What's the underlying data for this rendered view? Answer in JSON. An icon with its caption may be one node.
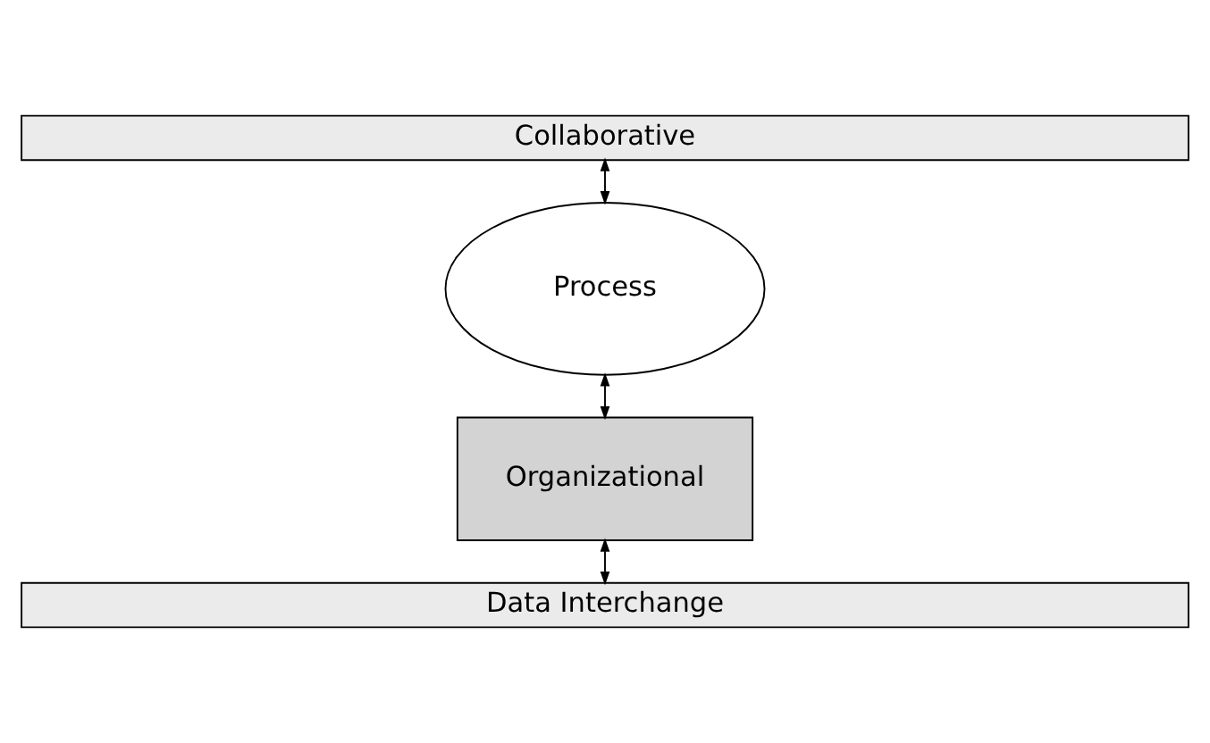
{
  "diagram": {
    "nodes": [
      {
        "text": [
          "Collaborative"
        ]
      },
      {
        "text": [
          "Process"
        ]
      },
      {
        "text": [
          "Organizational"
        ]
      },
      {
        "text": [
          "Data Interchange"
        ]
      }
    ],
    "edges": [
      {
        "from": 0,
        "to": 1,
        "arrow": "both"
      },
      {
        "from": 1,
        "to": 2,
        "arrow": "both"
      },
      {
        "from": 2,
        "to": 3,
        "arrow": "both"
      }
    ]
  }
}
